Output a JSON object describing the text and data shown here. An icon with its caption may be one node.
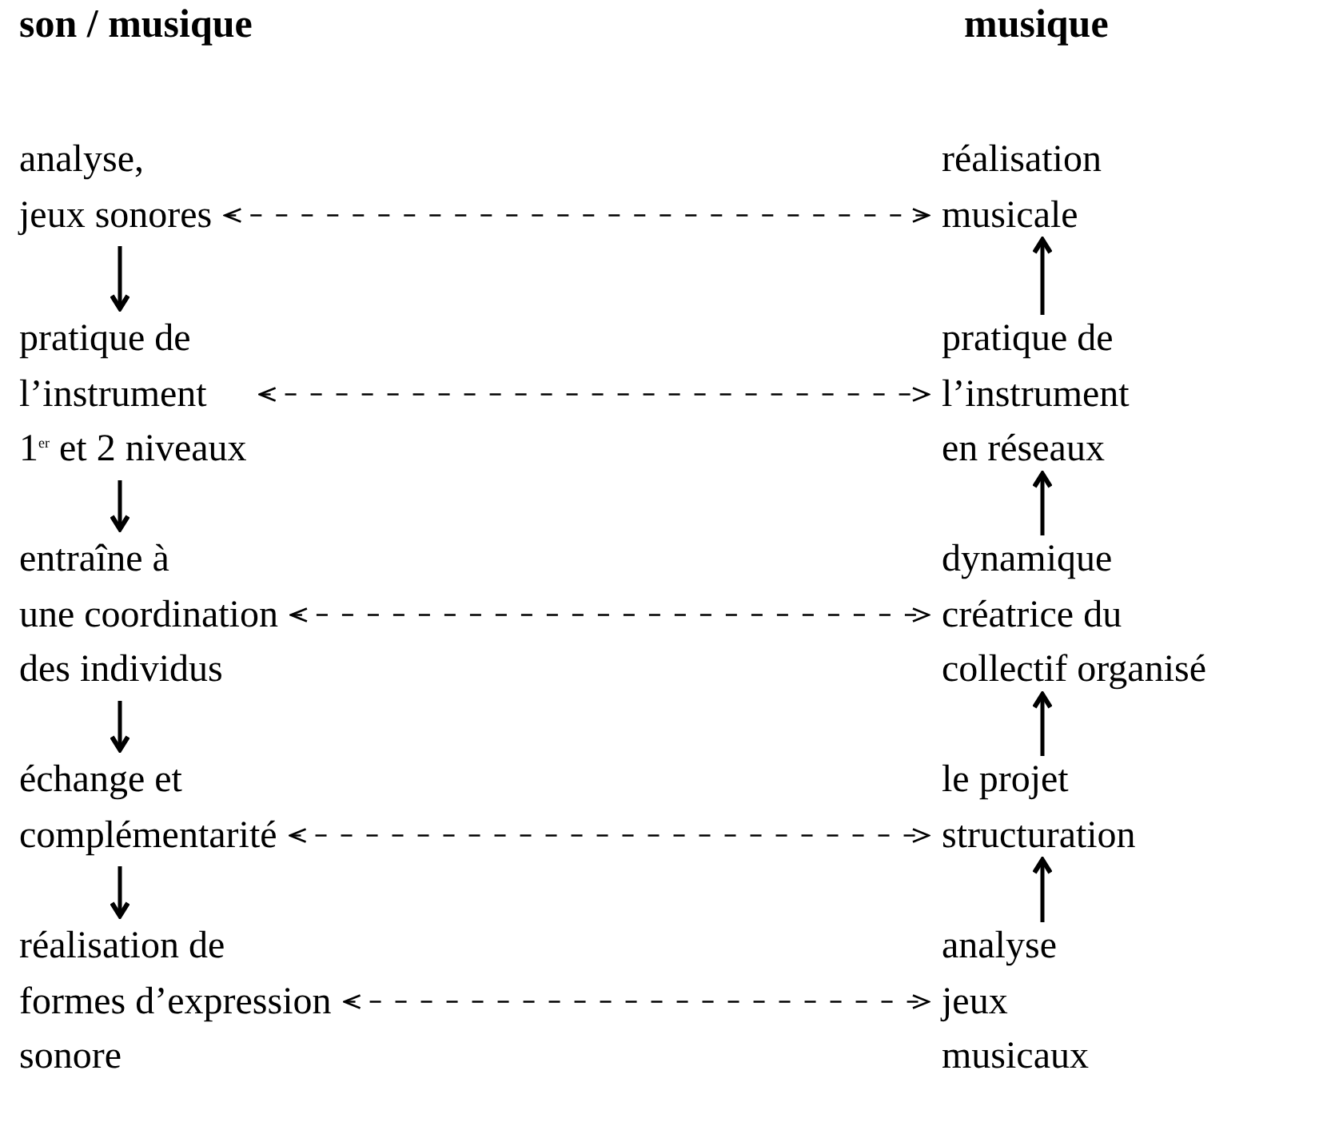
{
  "diagram": {
    "nodes": [
      {
        "text": [
          "analyse, jeux sonores"
        ]
      },
      {
        "text": [
          "pratique de l’instrument 1$^{er}$ et 2 niveaux"
        ]
      },
      {
        "text": [
          "entraîne à une coordination des individus"
        ]
      },
      {
        "text": [
          "échange et complémentarité"
        ]
      },
      {
        "text": [
          "réalisation de formes d’expression sonore"
        ]
      },
      {
        "text": [
          "réalisation musicale"
        ]
      },
      {
        "text": [
          "pratique de l’instrument en réseaux"
        ]
      },
      {
        "text": [
          "dynamique créatrice du collectif organisé"
        ]
      },
      {
        "text": [
          "le projet structuration"
        ]
      },
      {
        "text": [
          "analyse jeux musicaux"
        ]
      }
    ],
    "edges": [
      {
        "from": 0,
        "to": 1,
        "arrow": "to"
      },
      {
        "from": 1,
        "to": 2,
        "arrow": "to"
      },
      {
        "from": 2,
        "to": 3,
        "arrow": "to"
      },
      {
        "from": 3,
        "to": 4,
        "arrow": "to"
      },
      {
        "from": 9,
        "to": 8,
        "arrow": "to"
      },
      {
        "from": 8,
        "to": 7,
        "arrow": "to"
      },
      {
        "from": 7,
        "to": 6,
        "arrow": "to"
      },
      {
        "from": 6,
        "to": 5,
        "arrow": "to"
      },
      {
        "from": 0,
        "to": 5,
        "arrow": "both",
        "style": "dashed"
      },
      {
        "from": 1,
        "to": 6,
        "arrow": "both",
        "style": "dashed"
      },
      {
        "from": 2,
        "to": 7,
        "arrow": "both",
        "style": "dashed"
      },
      {
        "from": 3,
        "to": 8,
        "arrow": "both",
        "style": "dashed"
      },
      {
        "from": 4,
        "to": 9,
        "arrow": "both",
        "style": "dashed"
      }
    ],
    "labels": [
      "son / musique",
      "musique"
    ]
  }
}
